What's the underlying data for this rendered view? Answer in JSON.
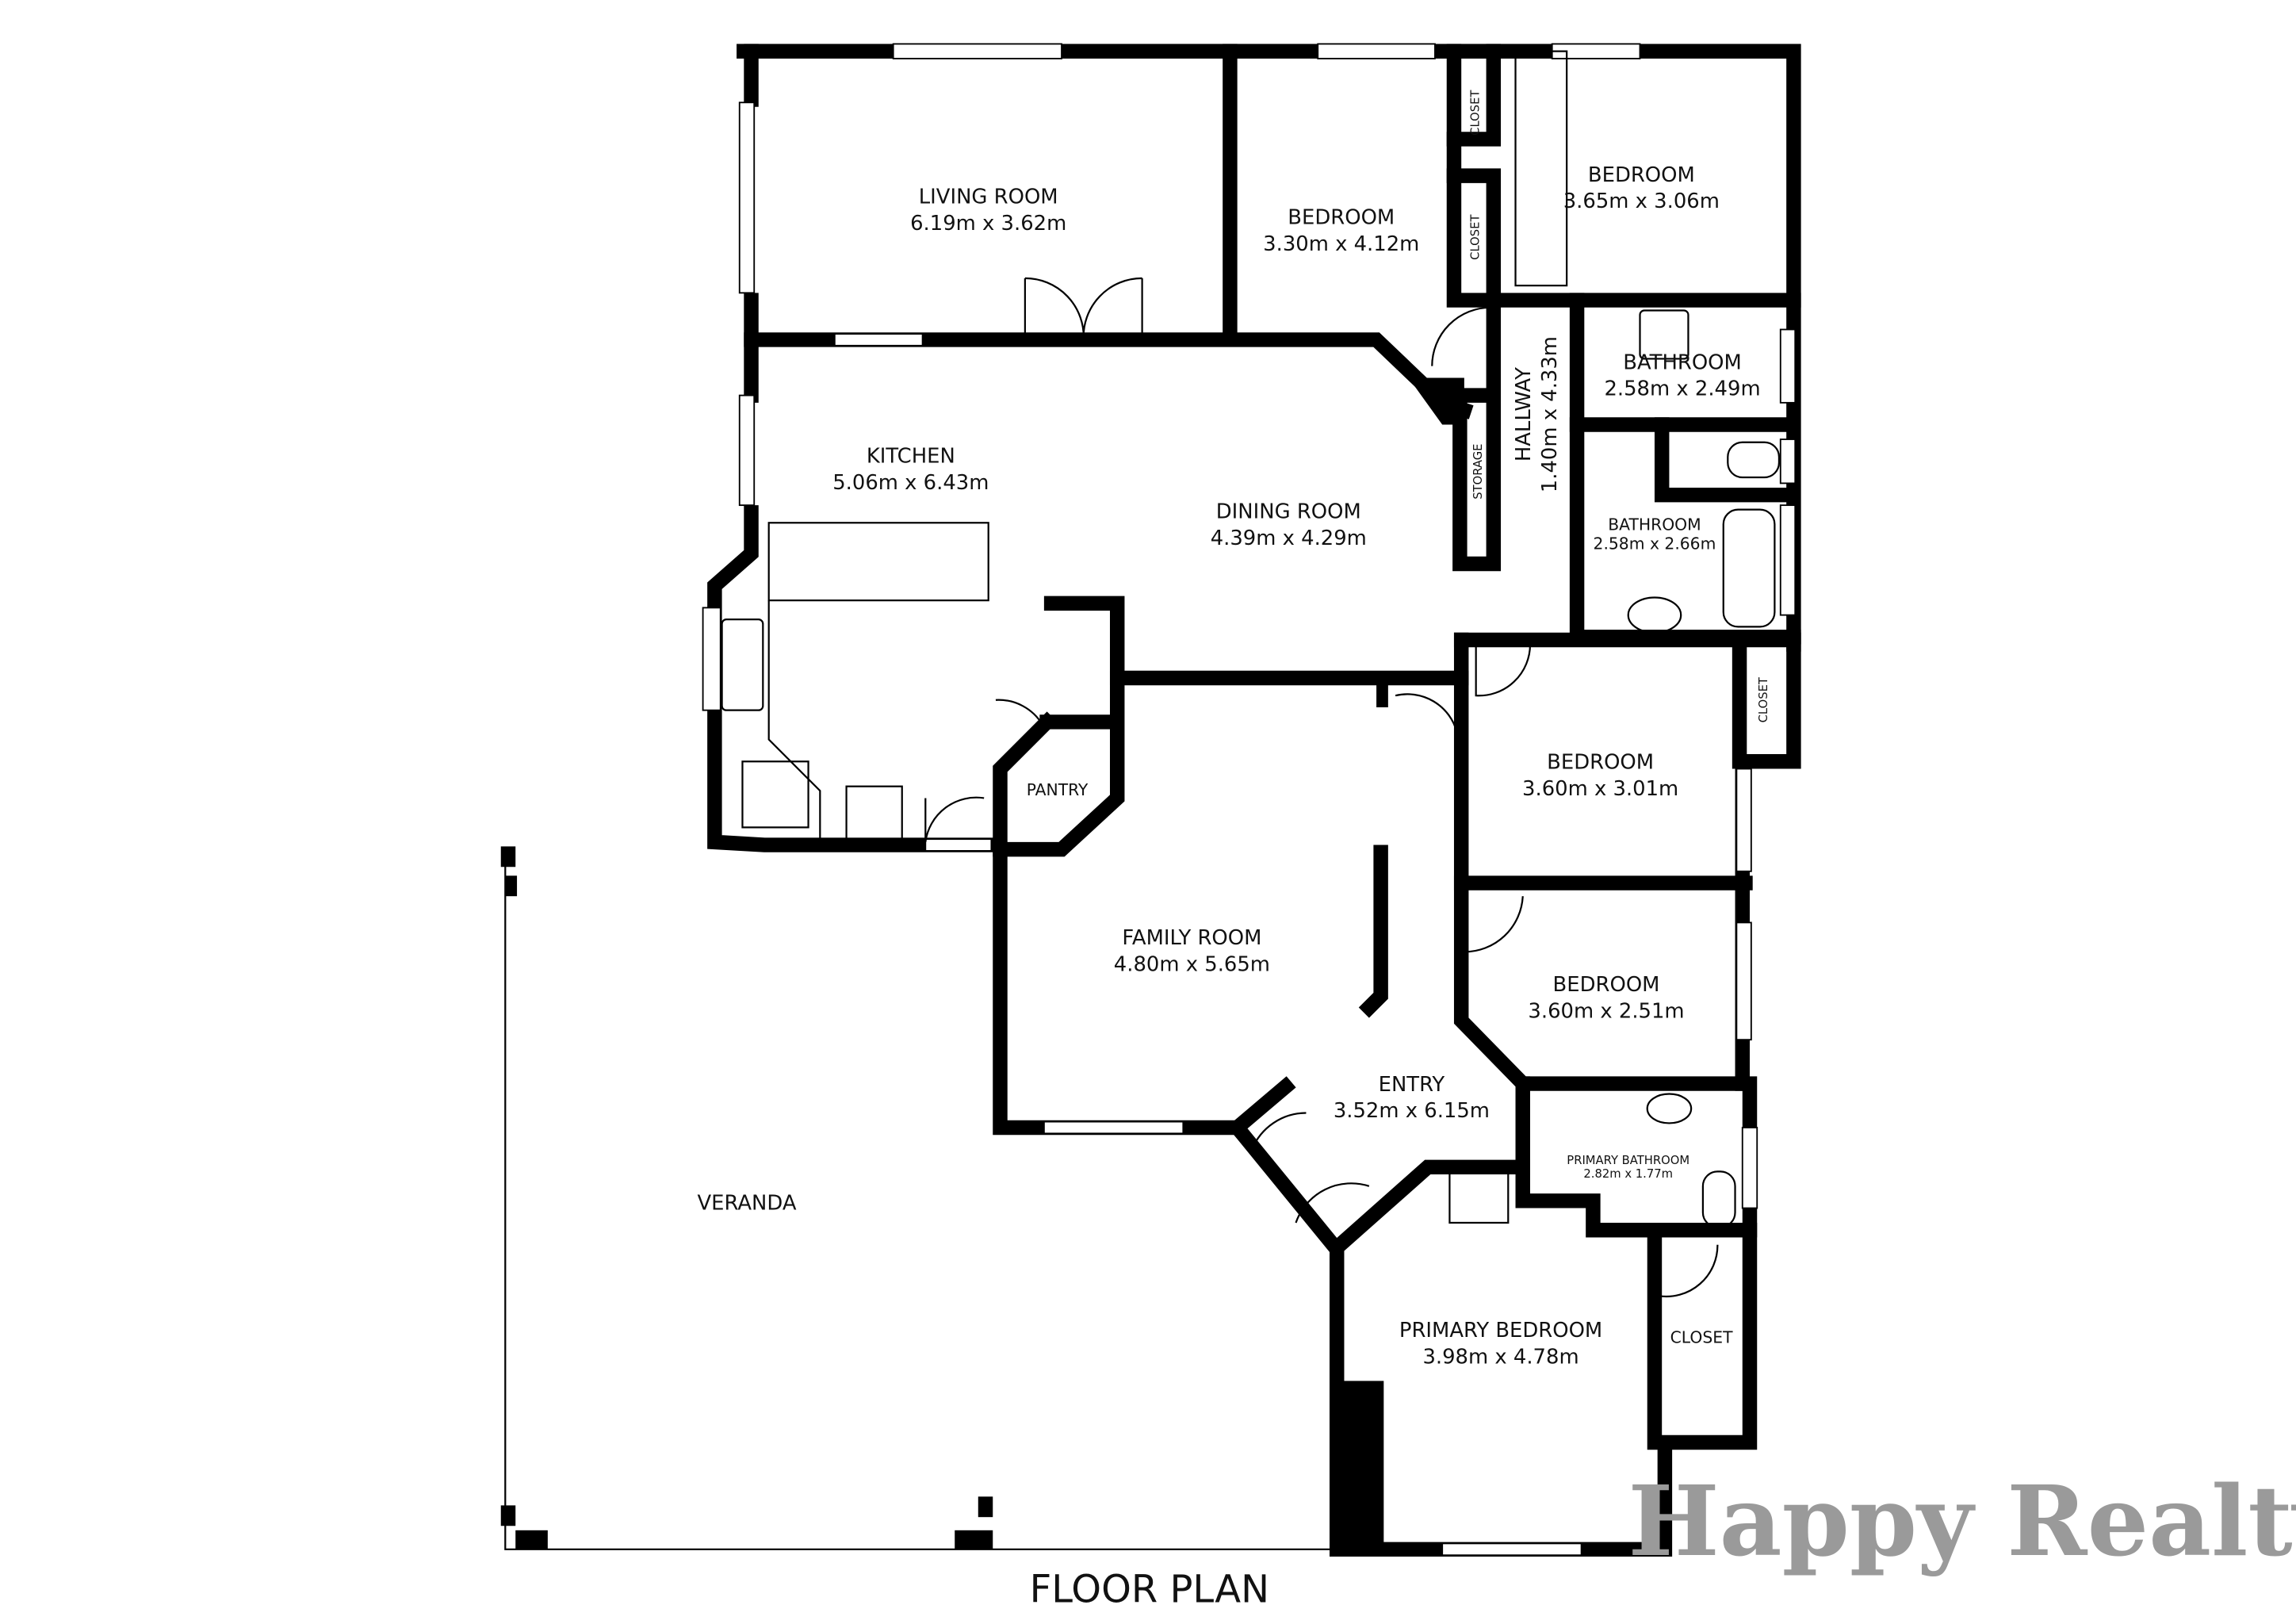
{
  "title": "FLOOR PLAN",
  "watermark": "Happy Realty",
  "rooms": [
    {
      "name": "LIVING ROOM",
      "size": "6.19m x 3.62m"
    },
    {
      "name": "BEDROOM",
      "size": "3.30m x 4.12m"
    },
    {
      "name": "BEDROOM",
      "size": "3.65m x 3.06m"
    },
    {
      "name": "BATHROOM",
      "size": "2.58m x 2.49m"
    },
    {
      "name": "HALLWAY",
      "size": "1.40m x 4.33m"
    },
    {
      "name": "BATHROOM",
      "size": "2.58m x 2.66m"
    },
    {
      "name": "KITCHEN",
      "size": "5.06m x 6.43m"
    },
    {
      "name": "DINING ROOM",
      "size": "4.39m x 4.29m"
    },
    {
      "name": "BEDROOM",
      "size": "3.60m x 3.01m"
    },
    {
      "name": "BEDROOM",
      "size": "3.60m x 2.51m"
    },
    {
      "name": "FAMILY ROOM",
      "size": "4.80m x 5.65m"
    },
    {
      "name": "ENTRY",
      "size": "3.52m x 6.15m"
    },
    {
      "name": "PRIMARY BATHROOM",
      "size": "2.82m x 1.77m"
    },
    {
      "name": "PRIMARY BEDROOM",
      "size": "3.98m x 4.78m"
    }
  ],
  "small_labels": {
    "closet1": "CLOSET",
    "closet2": "CLOSET",
    "closet3": "CLOSET",
    "closet4": "CLOSET",
    "storage": "STORAGE",
    "pantry": "PANTRY",
    "veranda": "VERANDA"
  }
}
